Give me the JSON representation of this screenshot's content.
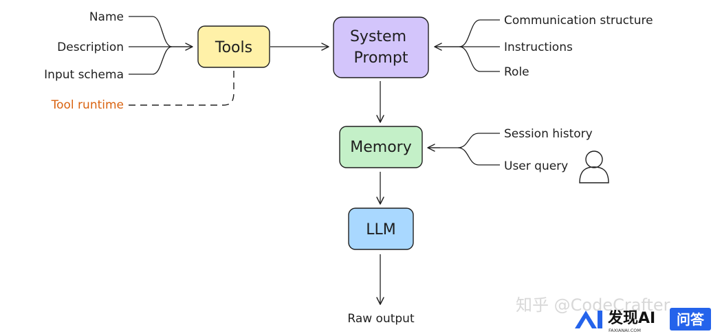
{
  "nodes": {
    "tools": "Tools",
    "system_prompt_line1": "System",
    "system_prompt_line2": "Prompt",
    "memory": "Memory",
    "llm": "LLM"
  },
  "tool_inputs": [
    "Name",
    "Description",
    "Input schema"
  ],
  "tool_runtime": "Tool runtime",
  "prompt_inputs": [
    "Communication structure",
    "Instructions",
    "Role"
  ],
  "memory_inputs": [
    "Session history",
    "User query"
  ],
  "output": "Raw output",
  "watermark": {
    "zhihu": "知乎 @CodeCrafter",
    "brand": "发现AI",
    "brand_sub": "FAXIANAI.COM",
    "qa": "问答"
  },
  "colors": {
    "tools_fill": "#fff1a8",
    "prompt_fill": "#d3c5fb",
    "memory_fill": "#c4f0c8",
    "llm_fill": "#a9d8ff",
    "runtime_text": "#d9620f",
    "stroke": "#1e1e1e",
    "brand_blue": "#2463eb"
  },
  "icons": [
    "user-icon",
    "faxian-logo-icon"
  ]
}
